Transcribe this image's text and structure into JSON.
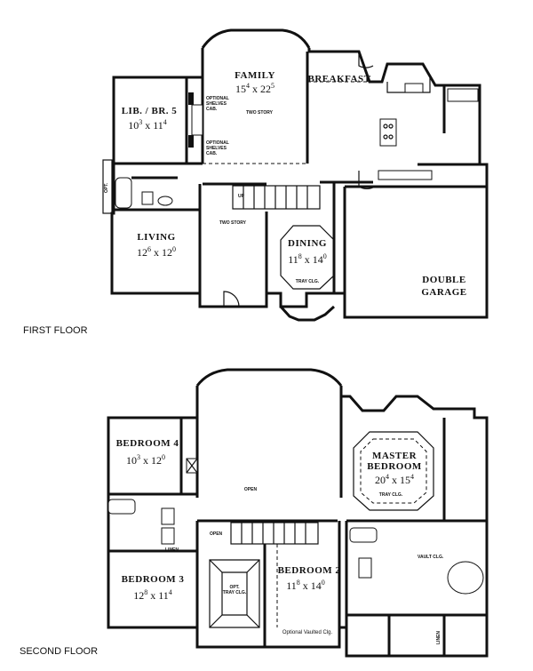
{
  "floors": {
    "first": "FIRST FLOOR",
    "second": "SECOND FLOOR"
  },
  "first_floor": {
    "family": {
      "name": "FAMILY",
      "w": "15",
      "wi": "4",
      "d": "22",
      "di": "5"
    },
    "breakfast": {
      "name": "BREAKFAST"
    },
    "library": {
      "name": "LIB. / BR. 5",
      "w": "10",
      "wi": "3",
      "d": "11",
      "di": "4"
    },
    "living": {
      "name": "LIVING",
      "w": "12",
      "wi": "6",
      "d": "12",
      "di": "0"
    },
    "dining": {
      "name": "DINING",
      "w": "11",
      "wi": "8",
      "d": "14",
      "di": "0"
    },
    "garage_line1": "DOUBLE",
    "garage_line2": "GARAGE",
    "notes": {
      "two_story_family": "TWO STORY",
      "two_story_foyer": "TWO STORY",
      "shelves_top_1": "OPTIONAL",
      "shelves_top_2": "SHELVES",
      "shelves_top_3": "CAB.",
      "shelves_bottom_1": "OPTIONAL",
      "shelves_bottom_2": "SHELVES",
      "shelves_bottom_3": "CAB.",
      "tray_dining": "TRAY CLG.",
      "up": "UP",
      "opt": "OPT."
    }
  },
  "second_floor": {
    "bedroom4": {
      "name": "BEDROOM 4",
      "w": "10",
      "wi": "3",
      "d": "12",
      "di": "0"
    },
    "master_line1": "MASTER",
    "master_line2": "BEDROOM",
    "master": {
      "w": "20",
      "wi": "4",
      "d": "15",
      "di": "4"
    },
    "bedroom3": {
      "name": "BEDROOM 3",
      "w": "12",
      "wi": "8",
      "d": "11",
      "di": "4"
    },
    "bedroom2": {
      "name": "BEDROOM 2",
      "w": "11",
      "wi": "8",
      "d": "14",
      "di": "0"
    },
    "notes": {
      "tray_master": "TRAY CLG.",
      "vault": "VAULT CLG.",
      "open_1": "OPEN",
      "open_2": "OPEN",
      "opt_tray_1": "OPT.",
      "opt_tray_2": "TRAY CLG.",
      "vaulted": "Optional Vaulted Clg.",
      "linen_1": "LINEN",
      "linen_2": "LINEN"
    }
  }
}
